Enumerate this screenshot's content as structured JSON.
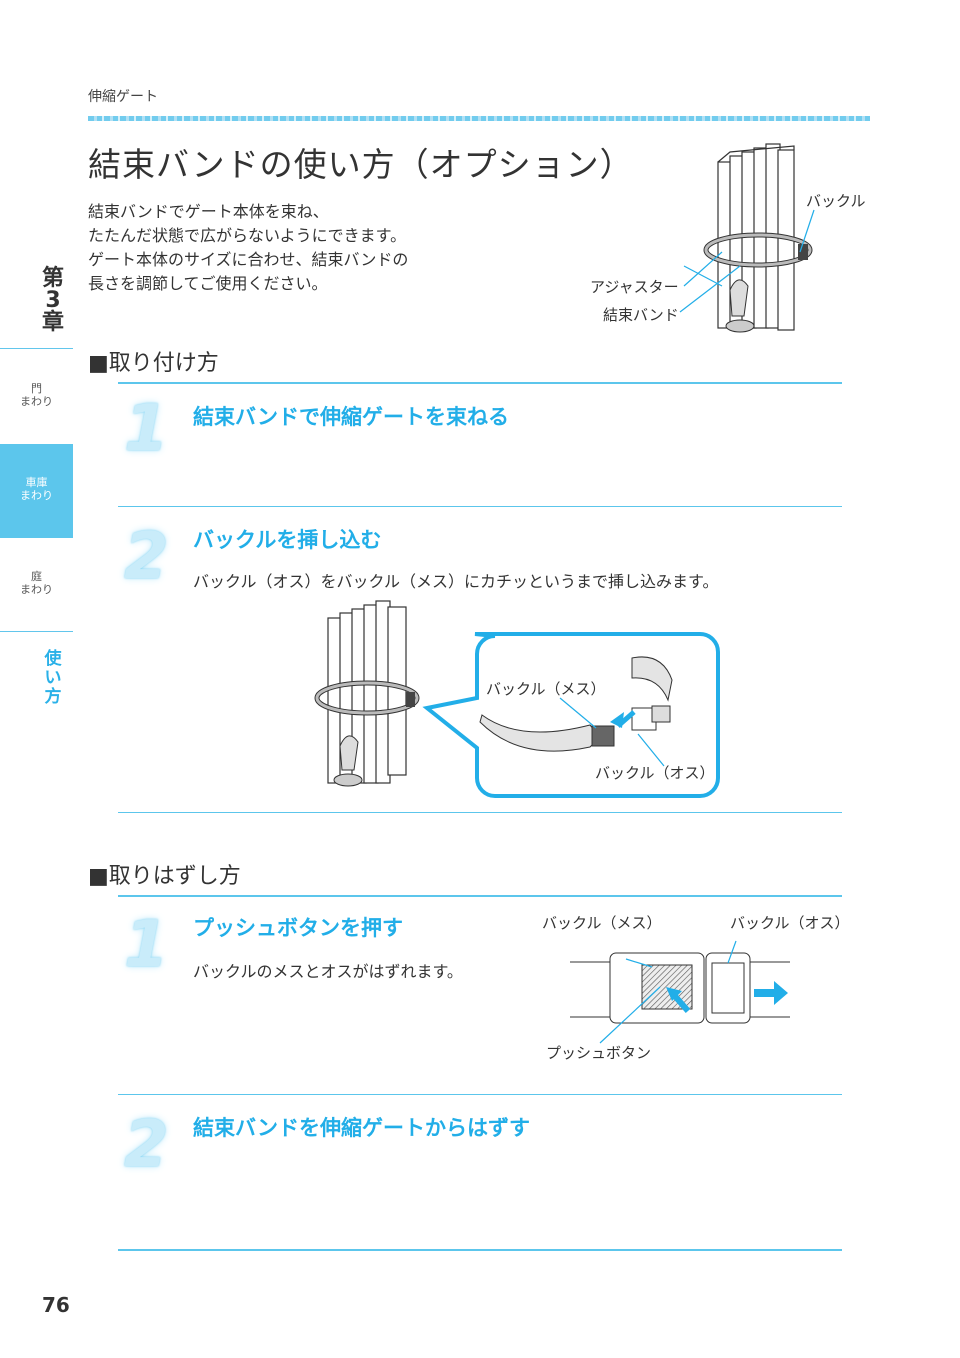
{
  "header": {
    "breadcrumb": "伸縮ゲート"
  },
  "title": "結束バンドの使い方（オプション）",
  "intro_lines": [
    "結束バンドでゲート本体を束ね、",
    "たたんだ状態で広がらないようにできます。",
    "ゲート本体のサイズに合わせ、結束バンドの",
    "長さを調節してご使用ください。"
  ],
  "top_figure": {
    "buckle": "バックル",
    "adjuster": "アジャスター",
    "band": "結束バンド"
  },
  "sidebar": {
    "chapter": [
      "第",
      "3",
      "章"
    ],
    "items": [
      {
        "line1": "門",
        "line2": "まわり"
      },
      {
        "line1": "車庫",
        "line2": "まわり"
      },
      {
        "line1": "庭",
        "line2": "まわり"
      }
    ],
    "use": [
      "使",
      "い",
      "方"
    ]
  },
  "attach": {
    "title": "■取り付け方",
    "step1": {
      "num": "1",
      "title": "結束バンドで伸縮ゲートを束ねる"
    },
    "step2": {
      "num": "2",
      "title": "バックルを挿し込む",
      "text": "バックル（オス）をバックル（メス）にカチッというまで挿し込みます。",
      "female": "バックル（メス）",
      "male": "バックル（オス）"
    }
  },
  "detach": {
    "title": "■取りはずし方",
    "step1": {
      "num": "1",
      "title": "プッシュボタンを押す",
      "text": "バックルのメスとオスがはずれます。",
      "female": "バックル（メス）",
      "male": "バックル（オス）",
      "button": "プッシュボタン"
    },
    "step2": {
      "num": "2",
      "title": "結束バンドを伸縮ゲートからはずす"
    }
  },
  "page_number": "76",
  "colors": {
    "accent": "#5cc6ec",
    "heading": "#22aee8"
  }
}
